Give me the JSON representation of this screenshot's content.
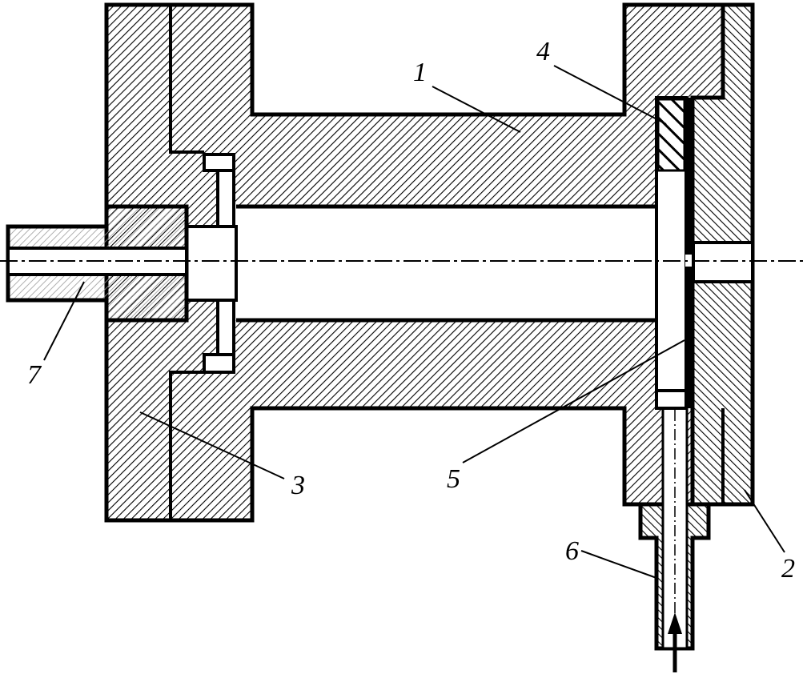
{
  "labels": {
    "part1": "1",
    "part2": "2",
    "part3": "3",
    "part4": "4",
    "part5": "5",
    "part6": "6",
    "part7": "7"
  },
  "colors": {
    "line": "#000000",
    "background": "#ffffff",
    "light_hatch": "#9a9a9a"
  }
}
